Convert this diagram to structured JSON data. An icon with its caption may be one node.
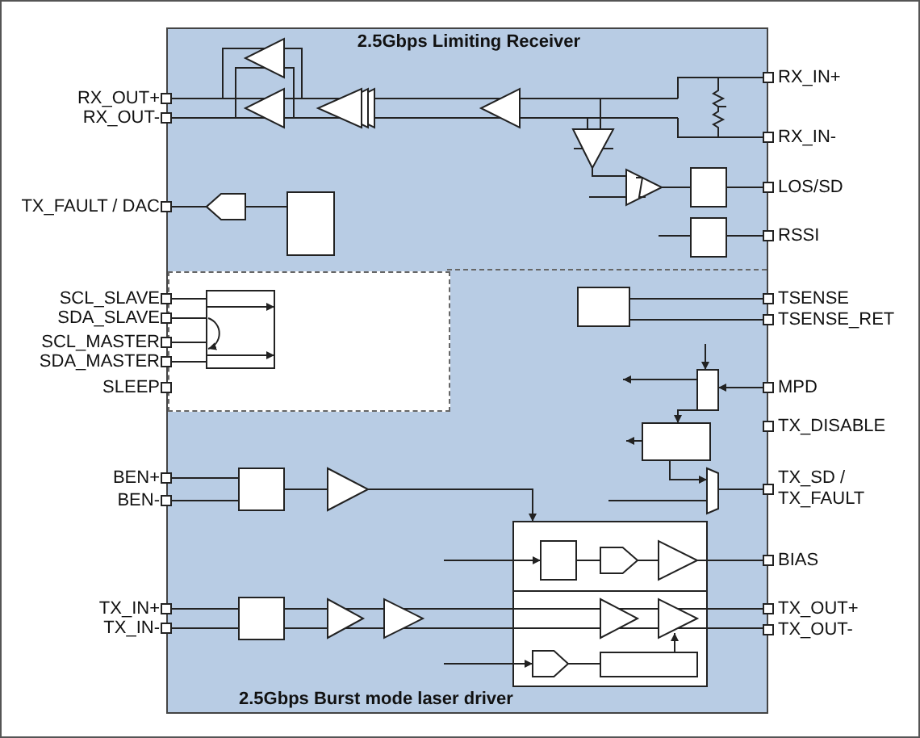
{
  "diagram": {
    "nodes": [
      {
        "text": [
          "2.5Gbps Limiting Receiver",
          "2.5Gbps Burst mode laser driver"
        ]
      }
    ],
    "labels": [
      "RX_IN+",
      "RX_OUT+",
      "RX_OUT-",
      "RX_IN-",
      "LOS/SD",
      "TX_FAULT / DAC",
      "RSSI",
      "SCL_SLAVE",
      "TSENSE",
      "SDA_SLAVE",
      "TSENSE_RET",
      "SCL_MASTER",
      "SDA_MASTER",
      "SLEEP",
      "MPD",
      "TX_DISABLE",
      "BEN+",
      "TX_SD / TX_FAULT",
      "BEN-",
      "BIAS",
      "TX_IN+",
      "TX_OUT+",
      "TX_IN-",
      "TX_OUT-"
    ]
  }
}
